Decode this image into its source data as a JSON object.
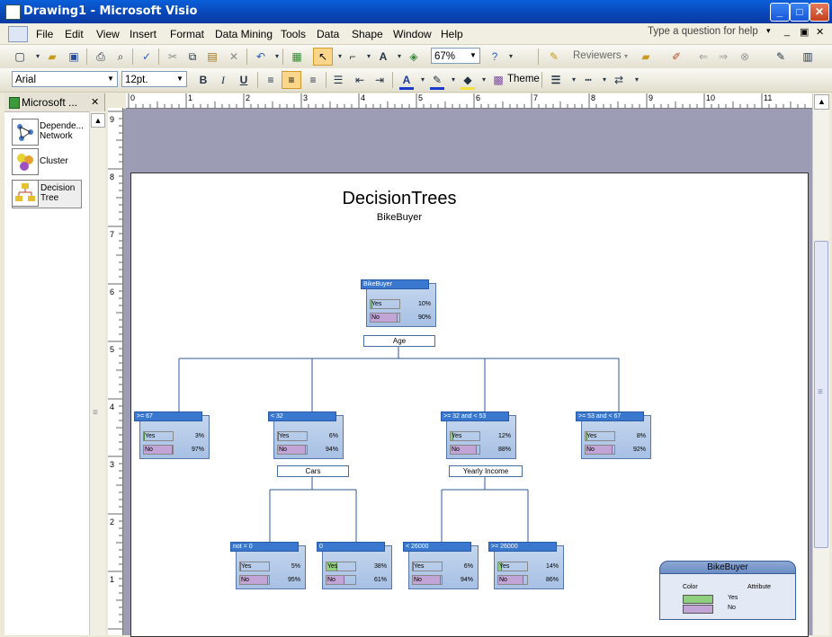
{
  "window": {
    "title": "Drawing1 - Microsoft Visio",
    "minimize": "_",
    "maximize": "□",
    "close": "✕"
  },
  "menu": {
    "items": [
      "File",
      "Edit",
      "View",
      "Insert",
      "Format",
      "Data Mining",
      "Tools",
      "Data",
      "Shape",
      "Window",
      "Help"
    ],
    "help_placeholder": "Type a question for help"
  },
  "toolbar1": {
    "zoom": "67%",
    "reviewers": "Reviewers"
  },
  "toolbar2": {
    "font": "Arial",
    "font_size": "12pt.",
    "bold": "B",
    "italic": "I",
    "underline": "U",
    "theme": "Theme"
  },
  "shapes_panel": {
    "title": "Microsoft ...",
    "close": "✕",
    "items": [
      {
        "label": "Depende... Network"
      },
      {
        "label": "Cluster"
      },
      {
        "label": "Decision Tree"
      }
    ]
  },
  "rulers": {
    "h": [
      "0",
      "1",
      "2",
      "3",
      "4",
      "5",
      "6",
      "7",
      "8",
      "9",
      "10",
      "11"
    ],
    "v": [
      "9",
      "8",
      "7",
      "6",
      "5",
      "4",
      "3",
      "2",
      "1"
    ]
  },
  "diagram": {
    "title": "DecisionTrees",
    "subtitle": "BikeBuyer",
    "nodes": [
      {
        "header": "BikeBuyer",
        "rows": [
          {
            "label": "Yes",
            "pct": "10%",
            "value": 0.1
          },
          {
            "label": "No",
            "pct": "90%",
            "value": 0.9
          }
        ]
      },
      {
        "header": ">= 67",
        "rows": [
          {
            "label": "Yes",
            "pct": "3%",
            "value": 0.03
          },
          {
            "label": "No",
            "pct": "97%",
            "value": 0.97
          }
        ]
      },
      {
        "header": "< 32",
        "rows": [
          {
            "label": "Yes",
            "pct": "6%",
            "value": 0.06
          },
          {
            "label": "No",
            "pct": "94%",
            "value": 0.94
          }
        ]
      },
      {
        "header": ">= 32 and < 53",
        "rows": [
          {
            "label": "Yes",
            "pct": "12%",
            "value": 0.12
          },
          {
            "label": "No",
            "pct": "88%",
            "value": 0.88
          }
        ]
      },
      {
        "header": ">= 53 and < 67",
        "rows": [
          {
            "label": "Yes",
            "pct": "8%",
            "value": 0.08
          },
          {
            "label": "No",
            "pct": "92%",
            "value": 0.92
          }
        ]
      },
      {
        "header": "not = 0",
        "rows": [
          {
            "label": "Yes",
            "pct": "5%",
            "value": 0.05
          },
          {
            "label": "No",
            "pct": "95%",
            "value": 0.95
          }
        ]
      },
      {
        "header": "0",
        "rows": [
          {
            "label": "Yes",
            "pct": "38%",
            "value": 0.38
          },
          {
            "label": "No",
            "pct": "61%",
            "value": 0.61
          }
        ]
      },
      {
        "header": "< 26000",
        "rows": [
          {
            "label": "Yes",
            "pct": "6%",
            "value": 0.06
          },
          {
            "label": "No",
            "pct": "94%",
            "value": 0.94
          }
        ]
      },
      {
        "header": ">= 26000",
        "rows": [
          {
            "label": "Yes",
            "pct": "14%",
            "value": 0.14
          },
          {
            "label": "No",
            "pct": "86%",
            "value": 0.86
          }
        ]
      }
    ],
    "splits": {
      "age": "Age",
      "cars": "Cars",
      "income": "Yearly Income"
    },
    "legend": {
      "title": "BikeBuyer",
      "color_header": "Color",
      "attribute_header": "Attribute",
      "items": [
        {
          "label": "Yes",
          "color": "#8fcf7d"
        },
        {
          "label": "No",
          "color": "#c2a4d6"
        }
      ]
    }
  }
}
